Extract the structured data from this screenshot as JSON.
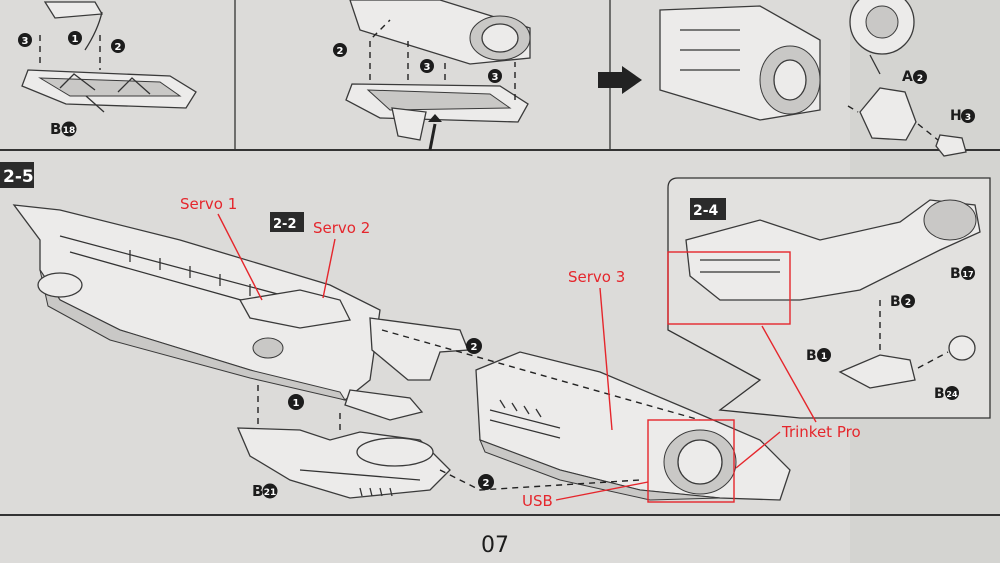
{
  "page_number": "07",
  "top_section": {
    "left_panel": {
      "steps": [
        "3",
        "1",
        "2"
      ],
      "part_label": "B",
      "part_number": "18"
    },
    "middle_panel": {
      "steps": [
        "2",
        "3",
        "3"
      ]
    },
    "right_panel": {
      "parts": [
        {
          "letter": "A",
          "number": "2"
        },
        {
          "letter": "H",
          "number": "3"
        }
      ]
    }
  },
  "step": {
    "title": "2-5",
    "reference_badge": "2-2",
    "callout_badge": "2-4",
    "assembly_markers": [
      "2",
      "1",
      "2"
    ],
    "callout_parts": [
      {
        "letter": "B",
        "number": "17"
      },
      {
        "letter": "B",
        "number": "2"
      },
      {
        "letter": "B",
        "number": "1"
      },
      {
        "letter": "B",
        "number": "24"
      }
    ],
    "bottom_part": {
      "letter": "B",
      "number": "21"
    }
  },
  "annotations": {
    "color": "#e5262c",
    "items": [
      "Servo 1",
      "Servo 2",
      "Servo 3",
      "Trinket Pro",
      "USB"
    ]
  }
}
